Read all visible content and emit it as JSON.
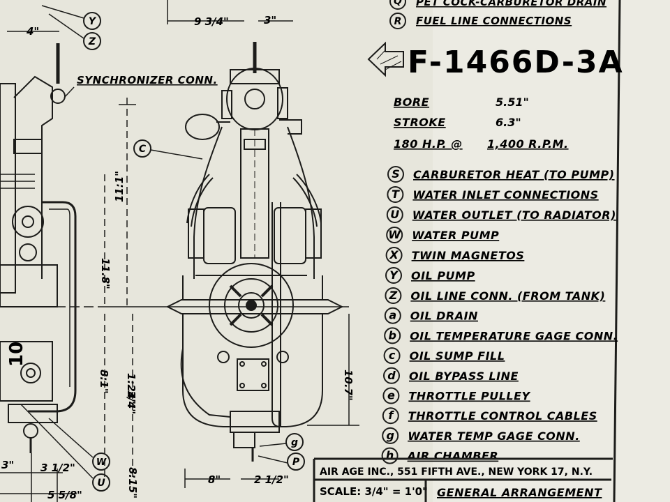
{
  "drawing_number": "F-1466D-3A",
  "top_labels": {
    "q": {
      "letter": "Q",
      "text": "PET COCK-CARBURETOR DRAIN"
    },
    "r": {
      "letter": "R",
      "text": "FUEL LINE CONNECTIONS"
    }
  },
  "specs": [
    {
      "label": "BORE",
      "value": "5.51\""
    },
    {
      "label": "STROKE",
      "value": "6.3\""
    },
    {
      "label": "180 H.P. @",
      "value": "1,400 R.P.M."
    }
  ],
  "legend": [
    {
      "letter": "S",
      "text": "CARBURETOR HEAT (TO PUMP)"
    },
    {
      "letter": "T",
      "text": "WATER INLET CONNECTIONS"
    },
    {
      "letter": "U",
      "text": "WATER OUTLET (TO RADIATOR)"
    },
    {
      "letter": "W",
      "text": "WATER PUMP"
    },
    {
      "letter": "X",
      "text": "TWIN MAGNETOS"
    },
    {
      "letter": "Y",
      "text": "OIL PUMP"
    },
    {
      "letter": "Z",
      "text": "OIL LINE CONN. (FROM TANK)"
    },
    {
      "letter": "a",
      "text": "OIL DRAIN"
    },
    {
      "letter": "b",
      "text": "OIL TEMPERATURE GAGE CONN."
    },
    {
      "letter": "c",
      "text": "OIL SUMP FILL"
    },
    {
      "letter": "d",
      "text": "OIL BYPASS LINE"
    },
    {
      "letter": "e",
      "text": "THROTTLE PULLEY"
    },
    {
      "letter": "f",
      "text": "THROTTLE CONTROL CABLES"
    },
    {
      "letter": "g",
      "text": "WATER TEMP GAGE CONN."
    },
    {
      "letter": "h",
      "text": "AIR CHAMBER"
    }
  ],
  "drawing_labels": {
    "synchronizer": "SYNCHRONIZER CONN.",
    "c": "C",
    "y": "Y",
    "z": "Z",
    "w": "W",
    "u": "U",
    "g": "g",
    "p": "P"
  },
  "dimensions": {
    "d_9_3_4": "9 3/4\"",
    "d_3": "3\"",
    "d_4": "4\"",
    "d_11_1": "11:1\"",
    "d_11_8": "11.8\"",
    "d_8_1": "8:1\"",
    "d_1_24": "1:24\"",
    "d_3_4": "3/4\"",
    "d_10_7": "10.7\"",
    "d_8": "8\"",
    "d_2_1_2": "2 1/2\"",
    "d_3_1_2": "3 1/2\"",
    "d_5_5_8": "5 5/8\"",
    "d_3_left": "3\"",
    "d_8_15": "8:15\"",
    "d_10": "10"
  },
  "title_block": {
    "company": "AIR AGE INC., 551 FIFTH AVE., NEW YORK 17, N.Y.",
    "scale_label": "SCALE: 3/4\" = 1'0\"",
    "sheet_title": "GENERAL ARRANGEMENT"
  }
}
